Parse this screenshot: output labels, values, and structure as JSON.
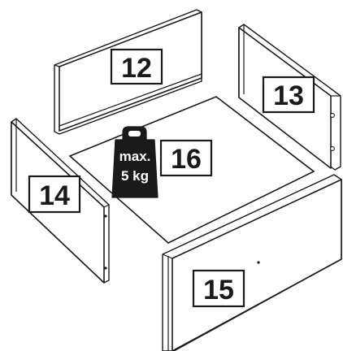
{
  "parts": [
    {
      "id": "back",
      "number": "12"
    },
    {
      "id": "right-side",
      "number": "13"
    },
    {
      "id": "left-side",
      "number": "14"
    },
    {
      "id": "front",
      "number": "15"
    },
    {
      "id": "bottom",
      "number": "16"
    }
  ],
  "weight_limit": {
    "line1": "max.",
    "line2": "5 kg"
  },
  "colors": {
    "line": "#1a1a1a",
    "fill": "#ffffff",
    "weight_icon": "#1a1a1a"
  }
}
